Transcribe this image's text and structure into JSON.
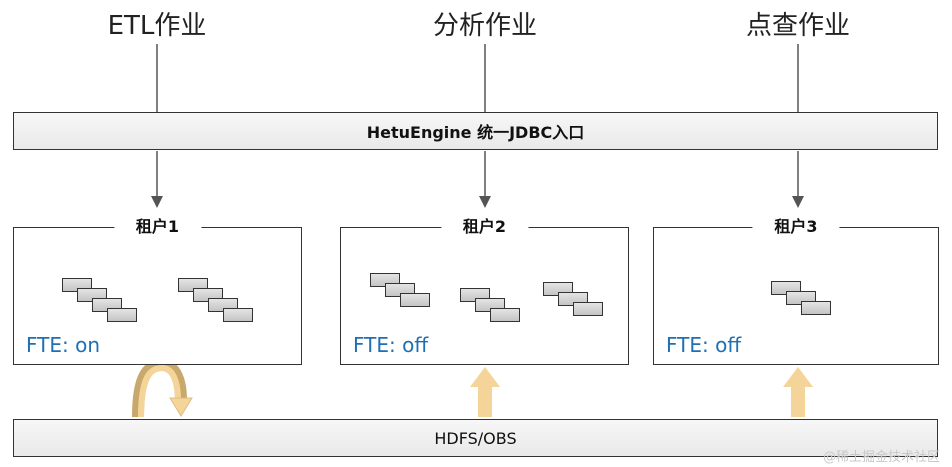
{
  "workloads": [
    "ETL作业",
    "分析作业",
    "点查作业"
  ],
  "gateway": {
    "label": "HetuEngine 统一JDBC入口"
  },
  "tenants": [
    {
      "title": "租户1",
      "fte": "FTE: on",
      "job_stacks": [
        4,
        4
      ]
    },
    {
      "title": "租户2",
      "fte": "FTE: off",
      "job_stacks": [
        3,
        3,
        3
      ]
    },
    {
      "title": "租户3",
      "fte": "FTE: off",
      "job_stacks": [
        3
      ]
    }
  ],
  "storage": {
    "label": "HDFS/OBS"
  },
  "watermark": "@稀土掘金技术社区",
  "colors": {
    "fte_text": "#1f6fb5",
    "exchange_arrow": "#f5d49a",
    "exchange_arrow_dark": "#c9a86c",
    "border": "#333333"
  }
}
